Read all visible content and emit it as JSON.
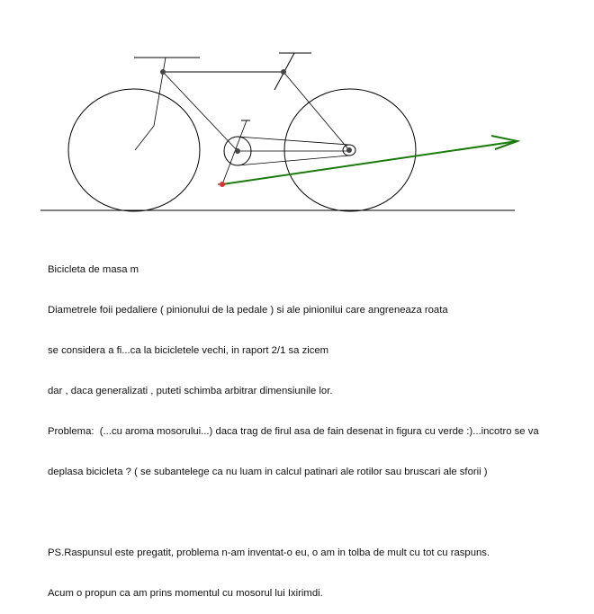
{
  "diagram": {
    "title": "Bicycle pulled by a string from the pedal",
    "colors": {
      "string": "#1a7a0a",
      "pedal_point": "#e03030",
      "lines": "#000000"
    }
  },
  "text": {
    "lines": [
      "Bicicleta de masa m",
      "Diametrele foii pedaliere ( pinionului de la pedale ) si ale pinionilui care angreneaza roata",
      "se considera a fi...ca la bicicletele vechi, in raport 2/1 sa zicem",
      "dar , daca generalizati , puteti schimba arbitrar dimensiunile lor.",
      "Problema:  (...cu aroma mosorului...) daca trag de firul asa de fain desenat in figura cu verde :)...incotro se va",
      "deplasa bicicleta ? ( se subantelege ca nu luam in calcul patinari ale rotilor sau bruscari ale sforii )",
      "",
      "PS.Raspunsul este pregatit, problema n-am inventat-o eu, o am in tolba de mult cu tot cu raspuns.",
      "Acum o propun ca am prins momentul cu mosorul lui Ixirimdi."
    ]
  }
}
